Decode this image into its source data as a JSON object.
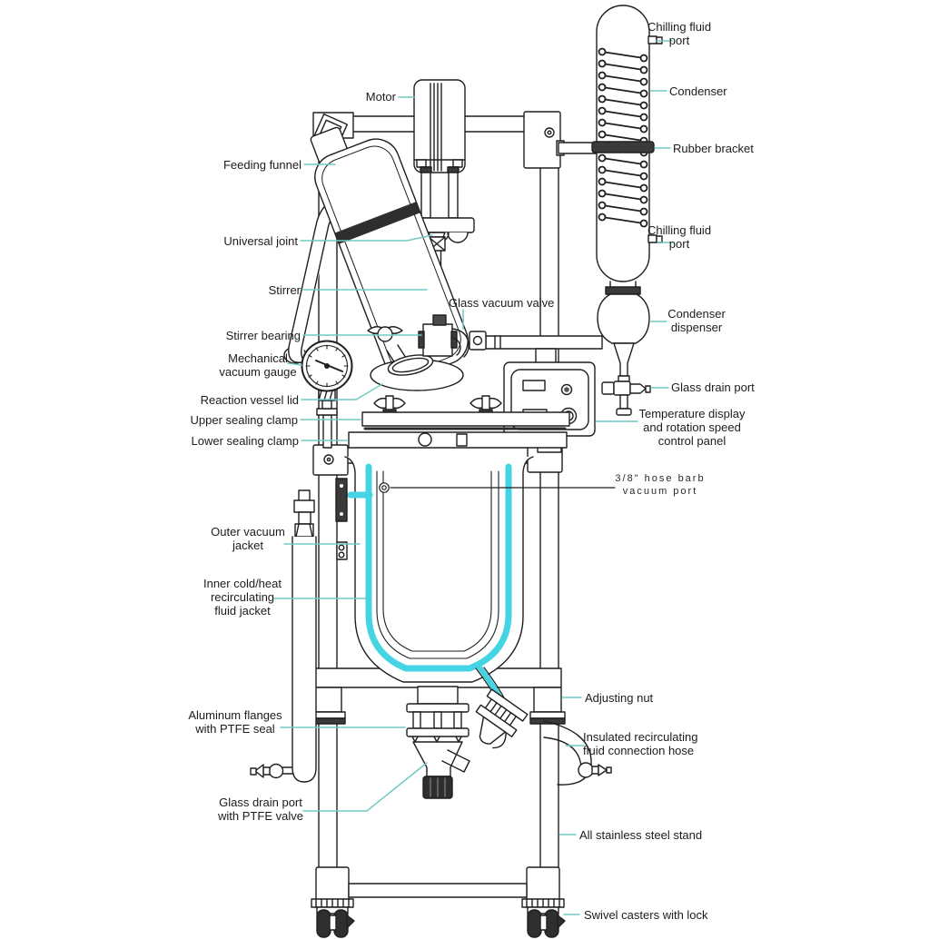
{
  "diagram": {
    "title": "Glass reactor parts diagram",
    "colors": {
      "line": "#1f1f1f",
      "fluid_accent": "#45d4e4",
      "leader": "#72c9c3",
      "text": "#1c1c1c",
      "background": "#ffffff"
    },
    "labels": {
      "motor": {
        "lines": [
          "Motor"
        ]
      },
      "feeding_funnel": {
        "lines": [
          "Feeding funnel"
        ]
      },
      "universal_joint": {
        "lines": [
          "Universal joint"
        ]
      },
      "stirrer": {
        "lines": [
          "Stirrer"
        ]
      },
      "glass_vacuum_valve": {
        "lines": [
          "Glass vacuum valve"
        ]
      },
      "stirrer_bearing": {
        "lines": [
          "Stirrer bearing"
        ]
      },
      "mechanical_vacuum_gauge": {
        "lines": [
          "Mechanical",
          "vacuum gauge"
        ]
      },
      "reaction_vessel_lid": {
        "lines": [
          "Reaction vessel lid"
        ]
      },
      "upper_sealing_clamp": {
        "lines": [
          "Upper sealing clamp"
        ]
      },
      "lower_sealing_clamp": {
        "lines": [
          "Lower sealing clamp"
        ]
      },
      "outer_vacuum_jacket": {
        "lines": [
          "Outer vacuum",
          "jacket"
        ]
      },
      "inner_fluid_jacket": {
        "lines": [
          "Inner cold/heat",
          "recirculating",
          "fluid jacket"
        ]
      },
      "aluminum_flanges": {
        "lines": [
          "Aluminum flanges",
          "with PTFE seal"
        ]
      },
      "glass_drain_port_bottom": {
        "lines": [
          "Glass drain port",
          "with PTFE valve"
        ]
      },
      "chilling_fluid_port_top": {
        "lines": [
          "Chilling fluid",
          "port"
        ]
      },
      "condenser": {
        "lines": [
          "Condenser"
        ]
      },
      "rubber_bracket": {
        "lines": [
          "Rubber bracket"
        ]
      },
      "chilling_fluid_port_bottom": {
        "lines": [
          "Chilling fluid",
          "port"
        ]
      },
      "condenser_dispenser": {
        "lines": [
          "Condenser",
          "dispenser"
        ]
      },
      "glass_drain_port_right": {
        "lines": [
          "Glass drain port"
        ]
      },
      "temperature_panel": {
        "lines": [
          "Temperature display",
          "and rotation speed",
          "control panel"
        ]
      },
      "hose_barb_vacuum_port": {
        "lines": [
          "3/8\" hose barb",
          "vacuum port"
        ]
      },
      "adjusting_nut": {
        "lines": [
          "Adjusting nut"
        ]
      },
      "insulated_hose": {
        "lines": [
          "Insulated recirculating",
          "fluid connection hose"
        ]
      },
      "stainless_stand": {
        "lines": [
          "All stainless steel stand"
        ]
      },
      "swivel_casters": {
        "lines": [
          "Swivel casters with lock"
        ]
      }
    }
  }
}
